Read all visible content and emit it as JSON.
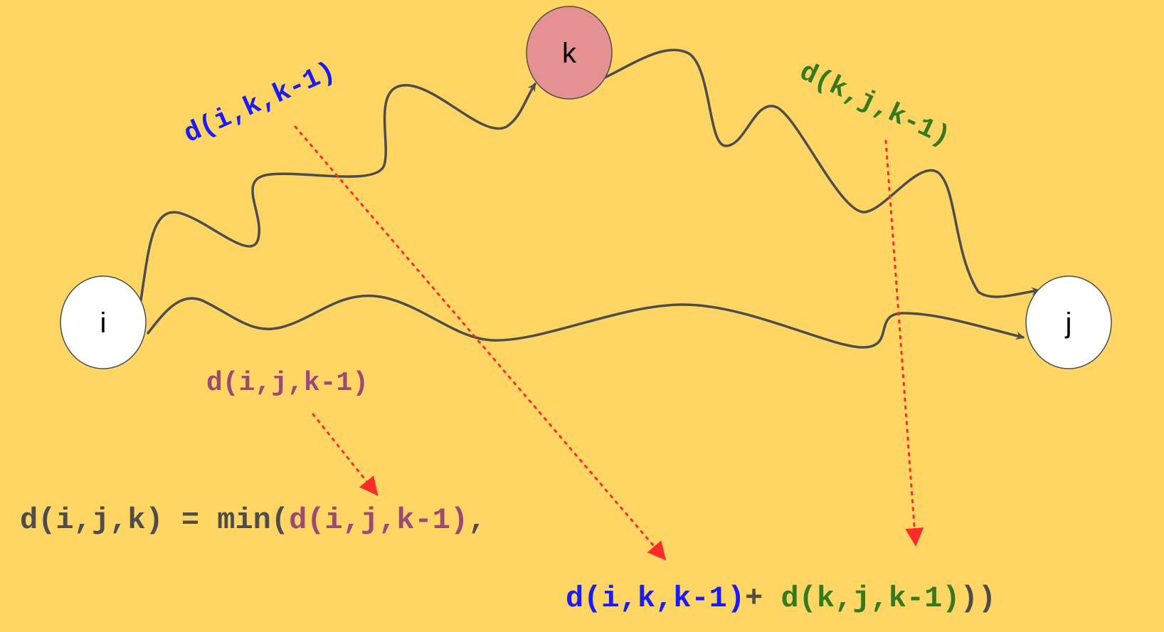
{
  "nodes": {
    "i": "i",
    "k": "k",
    "j": "j"
  },
  "labels": {
    "path_ik": "d(i,k,k-1)",
    "path_kj": "d(k,j,k-1)",
    "path_ij": "d(i,j,k-1)"
  },
  "equation": {
    "lhs": "d(i,j,k) = min(",
    "term1": "d(i,j,k-1)",
    "sep": ",",
    "term2": "d(i,k,k-1)",
    "plus": "+ ",
    "term3": "d(k,j,k-1)",
    "close": "))"
  },
  "colors": {
    "background": "#ffd563",
    "node_k_fill": "#e69191",
    "node_fill": "#ffffff",
    "path_stroke": "#4d4d4d",
    "blue": "#1a1aff",
    "green": "#357a1e",
    "purple": "#9b4a78",
    "gray_text": "#4d4d4d",
    "pointer": "#ff2a2a"
  }
}
